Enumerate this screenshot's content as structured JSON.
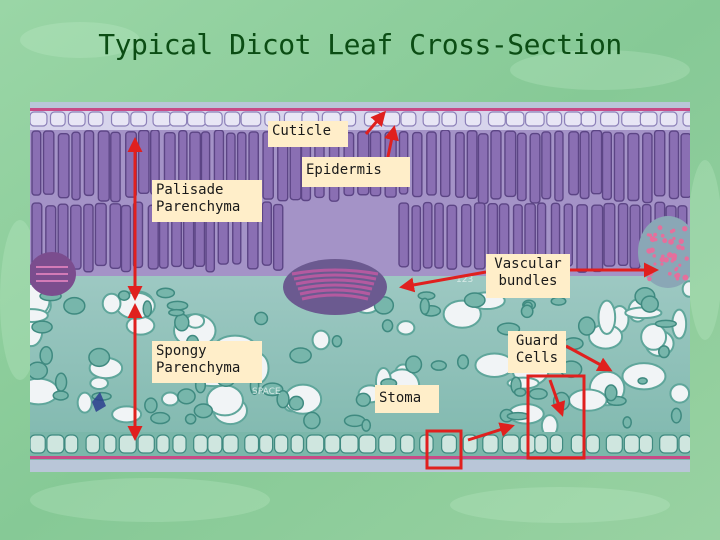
{
  "title": "Typical Dicot Leaf Cross-Section",
  "labels": {
    "cuticle": "Cuticle",
    "epidermis": "Epidermis",
    "palisade": "Palisade Parenchyma",
    "vascular": "Vascular bundles",
    "guard": "Guard Cells",
    "spongy": "Spongy Parenchyma",
    "stoma": "Stoma"
  },
  "colors": {
    "background": "#8fd0a0",
    "title": "#0b4d14",
    "label_bg": "#ffeec9",
    "arrow": "#e0201e",
    "palisade_cells": "#8a6fb3",
    "spongy_cells": "#6fb0a8",
    "air_space": "#f1f4f6",
    "cuticle": "#c84a86"
  }
}
